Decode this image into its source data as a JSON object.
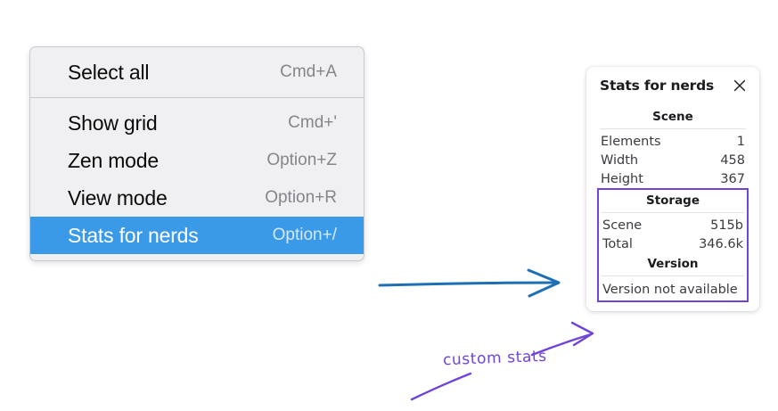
{
  "context_menu": {
    "name": "canvas-context-menu",
    "groups": [
      {
        "items": [
          {
            "label": "Select all",
            "shortcut": "Cmd+A",
            "selected": false
          }
        ]
      },
      {
        "items": [
          {
            "label": "Show grid",
            "shortcut": "Cmd+'",
            "selected": false
          },
          {
            "label": "Zen mode",
            "shortcut": "Option+Z",
            "selected": false
          },
          {
            "label": "View mode",
            "shortcut": "Option+R",
            "selected": false
          },
          {
            "label": "Stats for nerds",
            "shortcut": "Option+/",
            "selected": true
          }
        ]
      }
    ],
    "items": {
      "select_all": {
        "label": "Select all",
        "shortcut": "Cmd+A"
      },
      "show_grid": {
        "label": "Show grid",
        "shortcut": "Cmd+'"
      },
      "zen_mode": {
        "label": "Zen mode",
        "shortcut": "Option+Z"
      },
      "view_mode": {
        "label": "View mode",
        "shortcut": "Option+R"
      },
      "stats_for_nerds": {
        "label": "Stats for nerds",
        "shortcut": "Option+/"
      }
    }
  },
  "stats_panel": {
    "title": "Stats for nerds",
    "close_icon": "close-icon",
    "scene": {
      "heading": "Scene",
      "rows": [
        {
          "key": "Elements",
          "value": "1"
        },
        {
          "key": "Width",
          "value": "458"
        },
        {
          "key": "Height",
          "value": "367"
        }
      ]
    },
    "storage": {
      "heading": "Storage",
      "rows": [
        {
          "key": "Scene",
          "value": "515b"
        },
        {
          "key": "Total",
          "value": "346.6k"
        }
      ]
    },
    "version": {
      "heading": "Version",
      "text": "Version not available"
    }
  },
  "annotations": {
    "custom_stats_label": "custom stats",
    "arrow_blue_color": "#1f6fb5",
    "arrow_purple_color": "#6f45d8"
  },
  "colors": {
    "menu_background": "#f0f0f2",
    "menu_border": "#c6cbd2",
    "selected_row": "#3b9ae8",
    "shortcut_text": "#84868c",
    "highlight_purple": "#6f45d8",
    "panel_background": "#ffffff",
    "page_background": "#ffffff"
  }
}
